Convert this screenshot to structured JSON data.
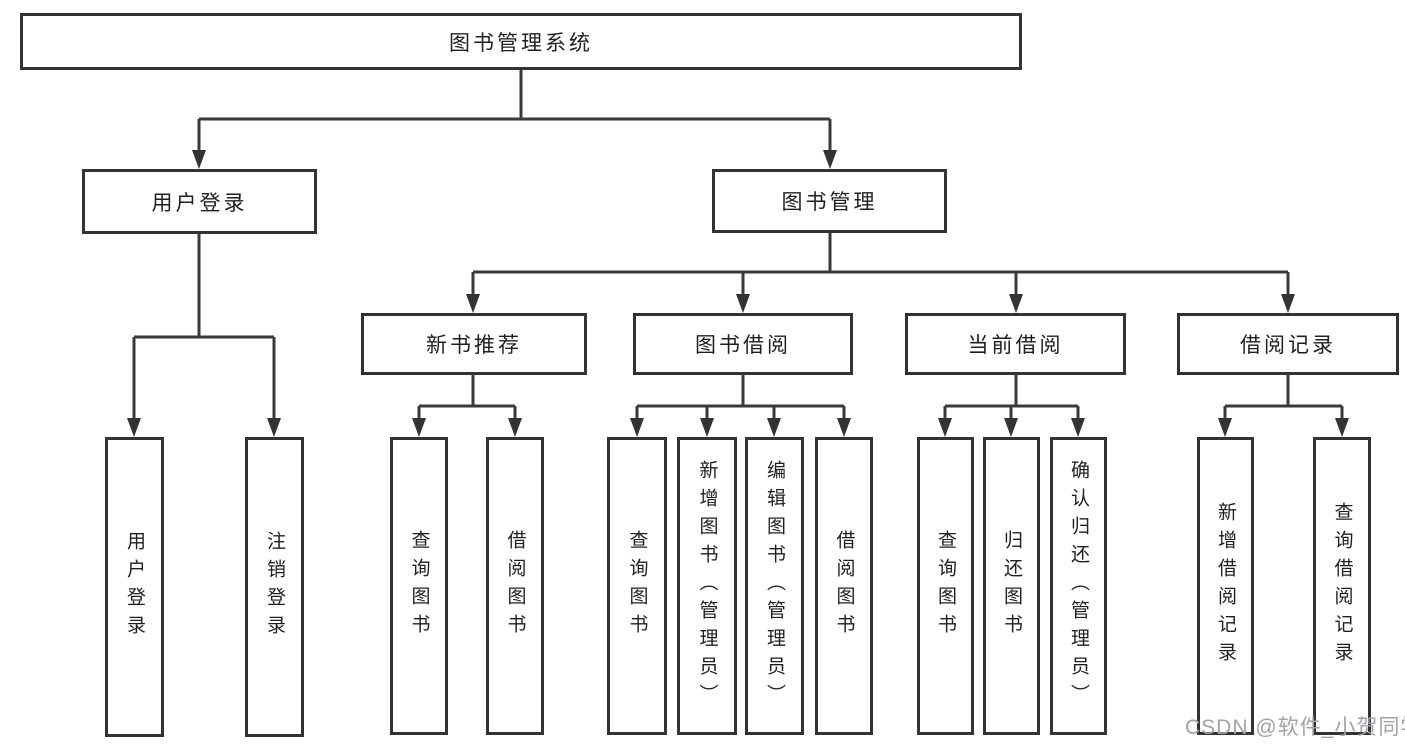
{
  "diagram": {
    "title": "图书管理系统",
    "watermark": "CSDN @软件_小贺同学",
    "colors": {
      "background": "#ffffff",
      "line": "#3a3a3a",
      "border": "#333333",
      "text": "#1f1f1f",
      "watermark": "#a2a2a8"
    },
    "nodes": {
      "root": {
        "label": "图书管理系统"
      },
      "user_login": {
        "label": "用户登录"
      },
      "book_mgmt": {
        "label": "图书管理"
      },
      "new_book_rec": {
        "label": "新书推荐"
      },
      "book_borrow": {
        "label": "图书借阅"
      },
      "current_borrow": {
        "label": "当前借阅"
      },
      "borrow_record": {
        "label": "借阅记录"
      },
      "leaf_user_login": {
        "label": "用户登录"
      },
      "leaf_logout": {
        "label": "注销登录"
      },
      "rec_query_book": {
        "label": "查询图书"
      },
      "rec_borrow_book": {
        "label": "借阅图书"
      },
      "bb_query_book": {
        "label": "查询图书"
      },
      "bb_add_book": {
        "label": "新增图书（管理员）"
      },
      "bb_edit_book": {
        "label": "编辑图书（管理员）"
      },
      "bb_borrow_book": {
        "label": "借阅图书"
      },
      "cb_query_book": {
        "label": "查询图书"
      },
      "cb_return_book": {
        "label": "归还图书"
      },
      "cb_confirm_return": {
        "label": "确认归还（管理员）"
      },
      "br_add_record": {
        "label": "新增借阅记录"
      },
      "br_query_record": {
        "label": "查询借阅记录"
      }
    },
    "edges": [
      {
        "from": "图书管理系统",
        "to": "用户登录"
      },
      {
        "from": "图书管理系统",
        "to": "图书管理"
      },
      {
        "from": "用户登录",
        "to": "用户登录"
      },
      {
        "from": "用户登录",
        "to": "注销登录"
      },
      {
        "from": "图书管理",
        "to": "新书推荐"
      },
      {
        "from": "图书管理",
        "to": "图书借阅"
      },
      {
        "from": "图书管理",
        "to": "当前借阅"
      },
      {
        "from": "图书管理",
        "to": "借阅记录"
      },
      {
        "from": "新书推荐",
        "to": "查询图书"
      },
      {
        "from": "新书推荐",
        "to": "借阅图书"
      },
      {
        "from": "图书借阅",
        "to": "查询图书"
      },
      {
        "from": "图书借阅",
        "to": "新增图书（管理员）"
      },
      {
        "from": "图书借阅",
        "to": "编辑图书（管理员）"
      },
      {
        "from": "图书借阅",
        "to": "借阅图书"
      },
      {
        "from": "当前借阅",
        "to": "查询图书"
      },
      {
        "from": "当前借阅",
        "to": "归还图书"
      },
      {
        "from": "当前借阅",
        "to": "确认归还（管理员）"
      },
      {
        "from": "借阅记录",
        "to": "新增借阅记录"
      },
      {
        "from": "借阅记录",
        "to": "查询借阅记录"
      }
    ]
  }
}
